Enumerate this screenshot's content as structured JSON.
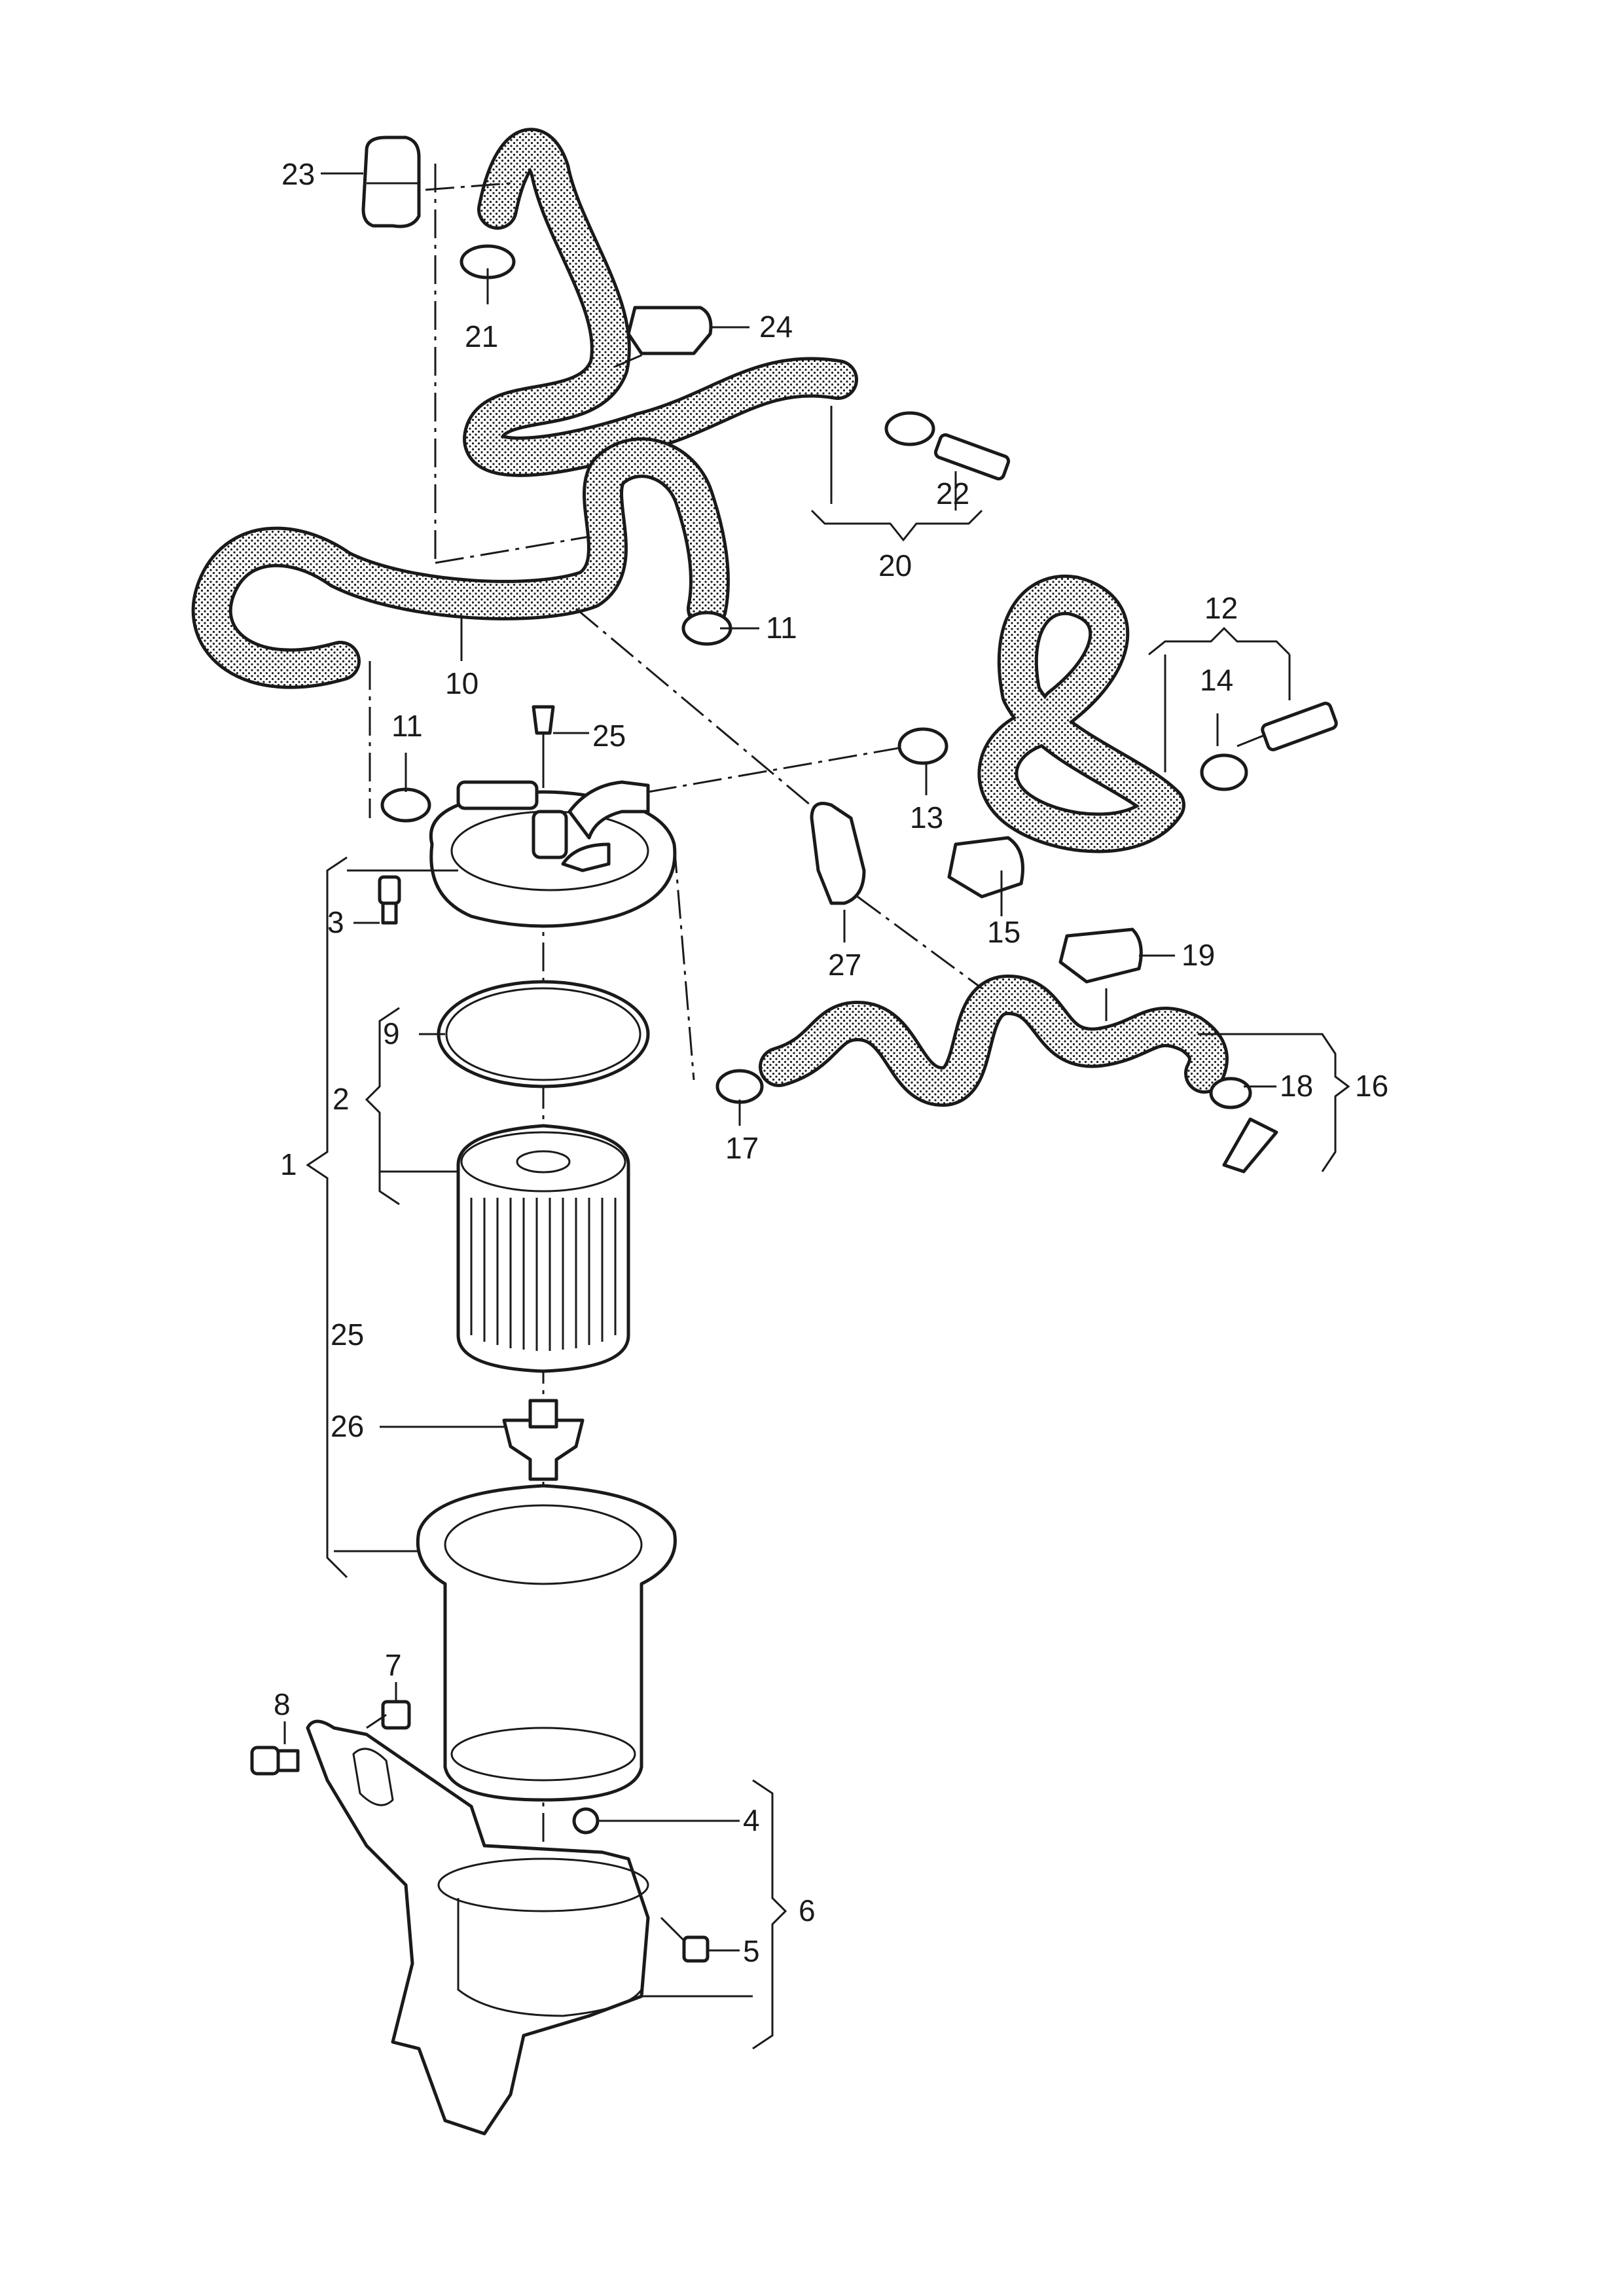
{
  "callouts": {
    "c1": "1",
    "c2": "2",
    "c3": "3",
    "c4": "4",
    "c5": "5",
    "c6": "6",
    "c7": "7",
    "c8": "8",
    "c9": "9",
    "c10": "10",
    "c11a": "11",
    "c11b": "11",
    "c12": "12",
    "c13": "13",
    "c14": "14",
    "c15": "15",
    "c16": "16",
    "c17": "17",
    "c18": "18",
    "c19": "19",
    "c20": "20",
    "c21": "21",
    "c22": "22",
    "c23": "23",
    "c24": "24",
    "c25a": "25",
    "c25b": "25",
    "c26": "26",
    "c27": "27"
  },
  "colors": {
    "line": "#1a1a1a",
    "background": "#ffffff"
  }
}
